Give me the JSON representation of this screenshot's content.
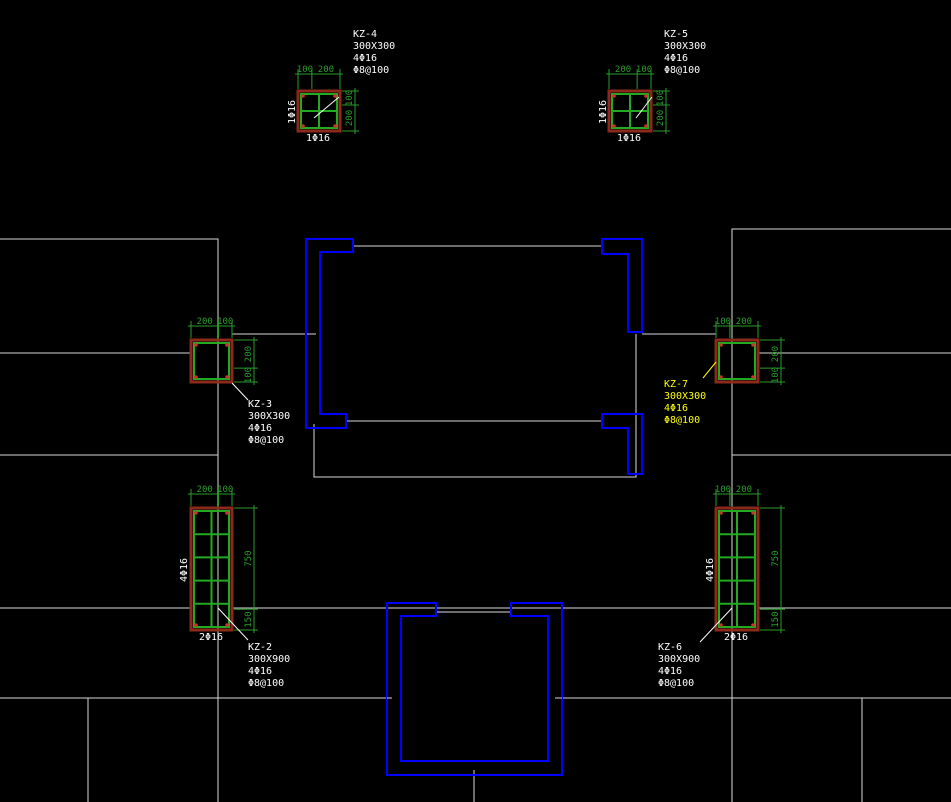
{
  "columns": [
    {
      "id": "kz4",
      "name": "KZ-4",
      "size": "300X300",
      "bars": "4Φ16",
      "stirrup": "Φ8@100",
      "dims_top": [
        "100",
        "200"
      ],
      "dims_side": [
        "100",
        "200"
      ],
      "rebar_side": "1Φ16",
      "rebar_bottom": "1Φ16",
      "highlight": false
    },
    {
      "id": "kz5",
      "name": "KZ-5",
      "size": "300X300",
      "bars": "4Φ16",
      "stirrup": "Φ8@100",
      "dims_top": [
        "200",
        "100"
      ],
      "dims_side": [
        "100",
        "200"
      ],
      "rebar_side": "1Φ16",
      "rebar_bottom": "1Φ16",
      "highlight": false
    },
    {
      "id": "kz3",
      "name": "KZ-3",
      "size": "300X300",
      "bars": "4Φ16",
      "stirrup": "Φ8@100",
      "dims_top": [
        "200",
        "100"
      ],
      "dims_side": [
        "200",
        "100"
      ],
      "highlight": false
    },
    {
      "id": "kz7",
      "name": "KZ-7",
      "size": "300X300",
      "bars": "4Φ16",
      "stirrup": "Φ8@100",
      "dims_top": [
        "100",
        "200"
      ],
      "dims_side": [
        "200",
        "100"
      ],
      "highlight": true
    },
    {
      "id": "kz2",
      "name": "KZ-2",
      "size": "300X900",
      "bars": "4Φ16",
      "stirrup": "Φ8@100",
      "dims_top": [
        "200",
        "100"
      ],
      "dims_side": [
        "750",
        "150"
      ],
      "rebar_side": "4Φ16",
      "rebar_bottom": "2Φ16",
      "highlight": false
    },
    {
      "id": "kz6",
      "name": "KZ-6",
      "size": "300X900",
      "bars": "4Φ16",
      "stirrup": "Φ8@100",
      "dims_top": [
        "100",
        "200"
      ],
      "dims_side": [
        "750",
        "150"
      ],
      "rebar_side": "4Φ16",
      "rebar_bottom": "2Φ16",
      "highlight": false
    }
  ],
  "colors": {
    "background": "#000000",
    "grid_lines": "#ffffff",
    "walls": "#0000ff",
    "column_outline": "#8b2a1a",
    "rebar": "#22aa22",
    "dimension": "#2a9d2a",
    "label": "#ffffff",
    "highlight_label": "#ffff00"
  }
}
